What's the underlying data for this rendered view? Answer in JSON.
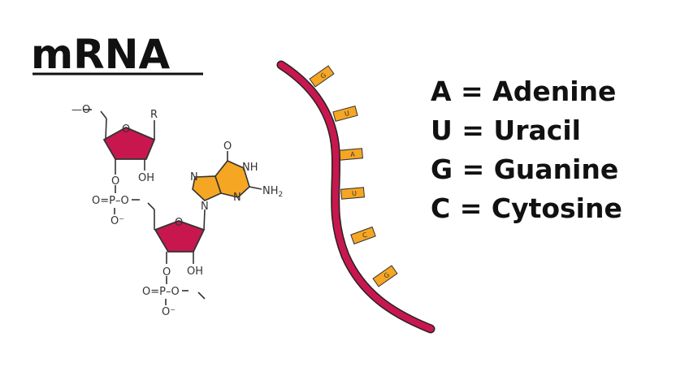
{
  "title": "mRNA",
  "colors": {
    "sugar": "#c8174f",
    "base": "#f5a623",
    "strand": "#c8174f",
    "text": "#111111"
  },
  "legend": [
    {
      "text": "A = Adenine"
    },
    {
      "text": "U = Uracil"
    },
    {
      "text": "G = Guanine"
    },
    {
      "text": "C = Cytosine"
    }
  ],
  "strand_bases": [
    "G",
    "U",
    "A",
    "U",
    "C",
    "G"
  ],
  "molecule": {
    "o_top": "—O",
    "r": "R",
    "ring_o1": "O",
    "oh1": "OH",
    "o_link": "O",
    "phosphate1": "O=P–O",
    "o_minus1": "O⁻",
    "ring_o2": "O",
    "oh2": "OH",
    "o_link2": "O",
    "phosphate2": "O=P–O",
    "o_minus2": "O⁻",
    "base_o": "O",
    "nh": "NH",
    "nh2": "NH",
    "nh2_sub": "2",
    "n7": "N",
    "n3": "N",
    "n9": "N"
  }
}
